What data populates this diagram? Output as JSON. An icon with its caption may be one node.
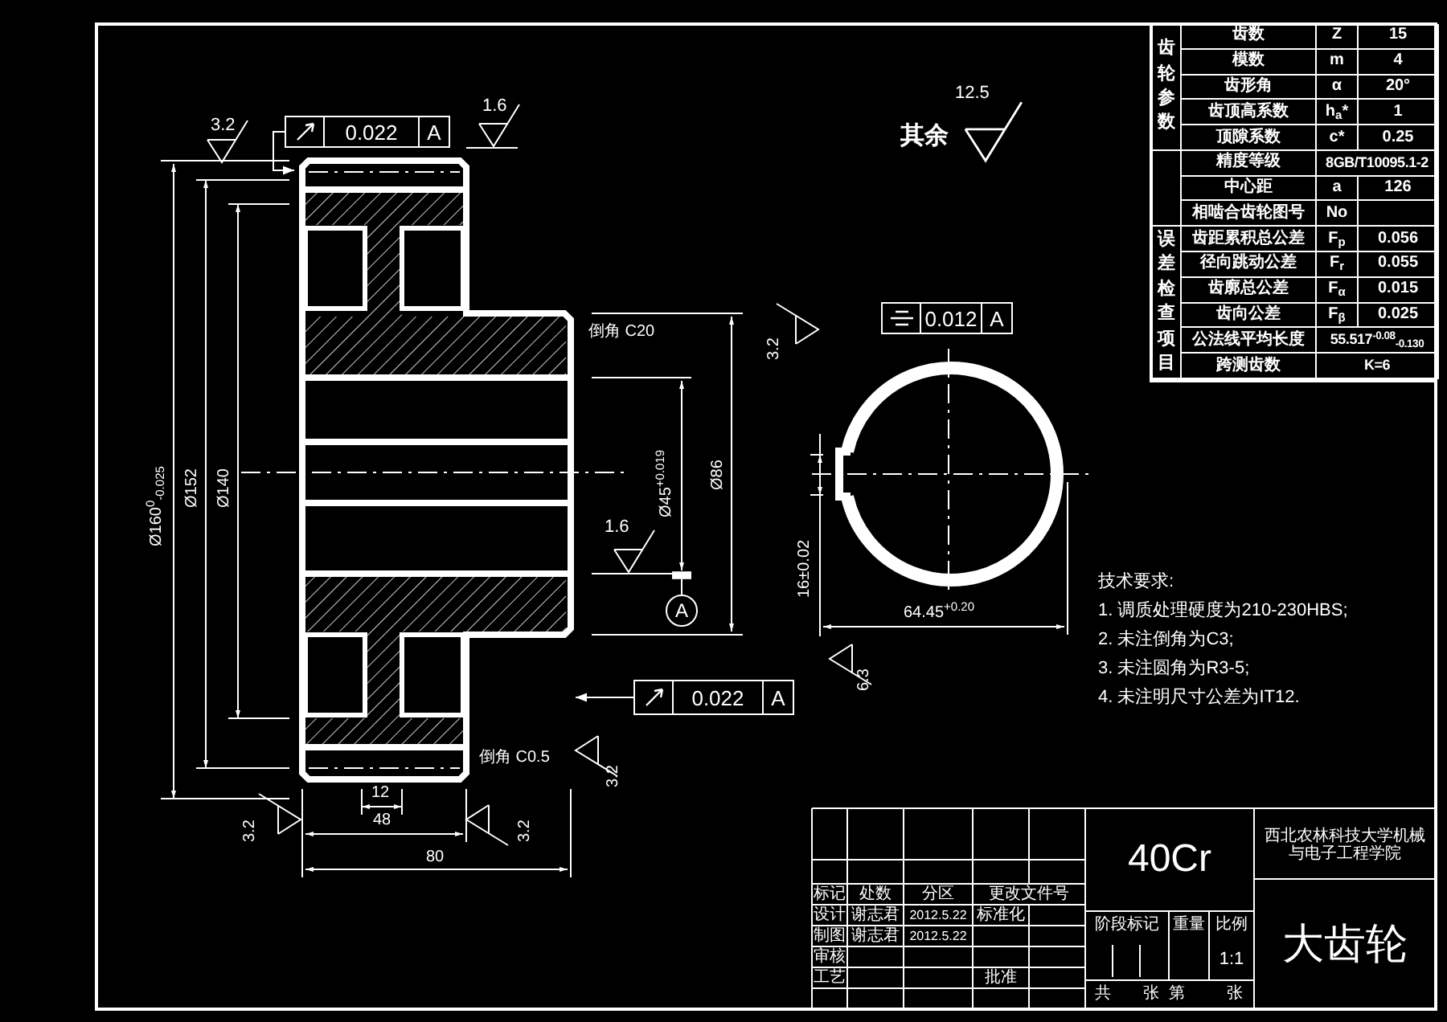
{
  "diagram": {
    "nodes": [
      {
        "text": [
          "0.022",
          "A"
        ]
      },
      {
        "text": [],
        "shape": "picture"
      },
      {
        "text": [
          "A"
        ]
      },
      {
        "text": [
          "0.022",
          "A"
        ]
      },
      {
        "text": [],
        "shape": "picture"
      },
      {
        "text": [
          "0.012",
          "A"
        ]
      }
    ],
    "edges": [
      {
        "from": 0,
        "to": 1,
        "arrow": "to"
      },
      {
        "from": 3,
        "to": 1,
        "arrow": "to"
      },
      {
        "from": 2,
        "to": null,
        "arrow": "other"
      }
    ],
    "labels": [
      "3.2",
      "1.6",
      "其余",
      "12.5",
      "齿轮参数",
      "齿数",
      "Z",
      "15",
      "模数",
      "m",
      "4",
      "齿形角",
      "α",
      "20°",
      "齿顶高系数",
      "h$_{a}$*",
      "1",
      "顶隙系数",
      "c*",
      "0.25",
      "精度等级",
      "8GB/T10095.1-2",
      "中心距",
      "a",
      "126",
      "相啮合齿轮图号",
      "No",
      "误差检查项目",
      "齿距累积总公差",
      "F$_{p}$",
      "0.056",
      "径向跳动公差",
      "F$_{r}$",
      "0.055",
      "齿廓总公差",
      "F$_{α}$",
      "0.015",
      "齿向公差",
      "F$_{β}$",
      "0.025",
      "公法线平均长度",
      "55.517$^{-0.08}$$_{-0.130}$",
      "跨测齿数",
      "K=6",
      "倒角 C20",
      "3.2",
      "Ø160$^{0}$$_{-0.025}$",
      "Ø152",
      "Ø140",
      "Ø45$^{+0.019}$",
      "Ø86",
      "1.6",
      "16±0.02",
      "64.45$^{+0.20}$",
      "6.3",
      "技术要求:",
      "1. 调质处理硬度为210-230HBS;",
      "2. 未注倒角为C3;",
      "3. 未注圆角为R3-5;",
      "4. 未注明尺寸公差为IT12.",
      "3.2",
      "倒角 C0.5",
      "12",
      "48",
      "3.2",
      "3.2",
      "80",
      "40Cr",
      "西北农林科技大学机械与电子工程学院",
      "大齿轮",
      "标记",
      "处数",
      "分区",
      "更改文件号",
      "设计",
      "谢志君",
      "2012.5.22",
      "标准化",
      "制图",
      "谢志君",
      "2012.5.22",
      "审核",
      "工艺",
      "批准",
      "阶段标记",
      "重量",
      "比例",
      "1:1",
      "共",
      "张",
      "第",
      "张"
    ]
  }
}
